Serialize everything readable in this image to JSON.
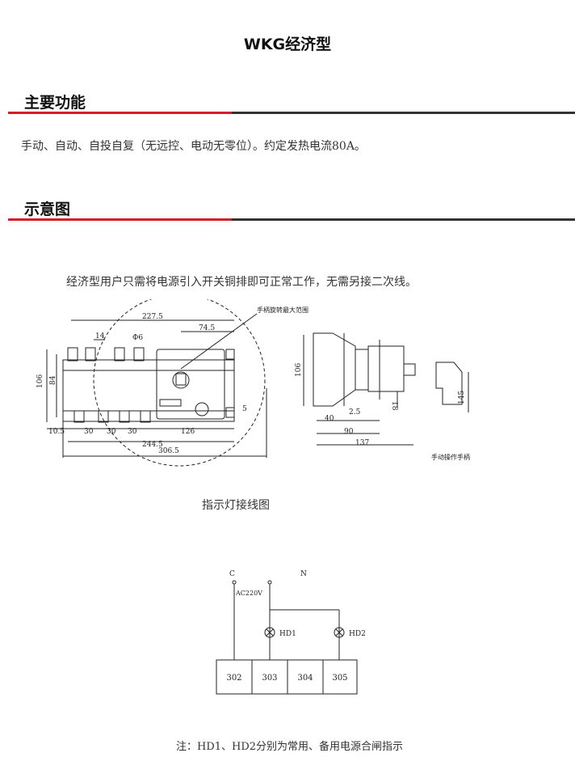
{
  "title": "WKG经济型",
  "sections": [
    {
      "heading": "主要功能",
      "text": "手动、自动、自投自复（无远控、电动无零位）。约定发热电流80A。"
    },
    {
      "heading": "示意图",
      "text": "经济型用户只需将电源引入开关铜排即可正常工作，无需另接二次线。"
    }
  ],
  "drawing": {
    "dims": {
      "d227": "227.5",
      "d74": "74.5",
      "d14": "14",
      "phi6": "Φ6",
      "d106": "106",
      "d84": "84",
      "d10": "10.5",
      "d30a": "30",
      "d30b": "30",
      "d30c": "30",
      "d126": "126",
      "d244": "244.5",
      "d306": "306.5",
      "d5": "5",
      "note_handle": "手柄旋转最大范围",
      "s106": "106",
      "s40": "40",
      "s2": "2.5",
      "s18": "18",
      "s90": "90",
      "s137": "137",
      "h145": "145",
      "note_manual": "手动操作手柄"
    }
  },
  "wiring": {
    "caption": "指示灯接线图",
    "label_c": "C",
    "label_n": "N",
    "label_ac": "AC220V",
    "lamp1": "HD1",
    "lamp2": "HD2",
    "terminals": [
      "302",
      "303",
      "304",
      "305"
    ],
    "note": "注：HD1、HD2分别为常用、备用电源合闸指示"
  }
}
